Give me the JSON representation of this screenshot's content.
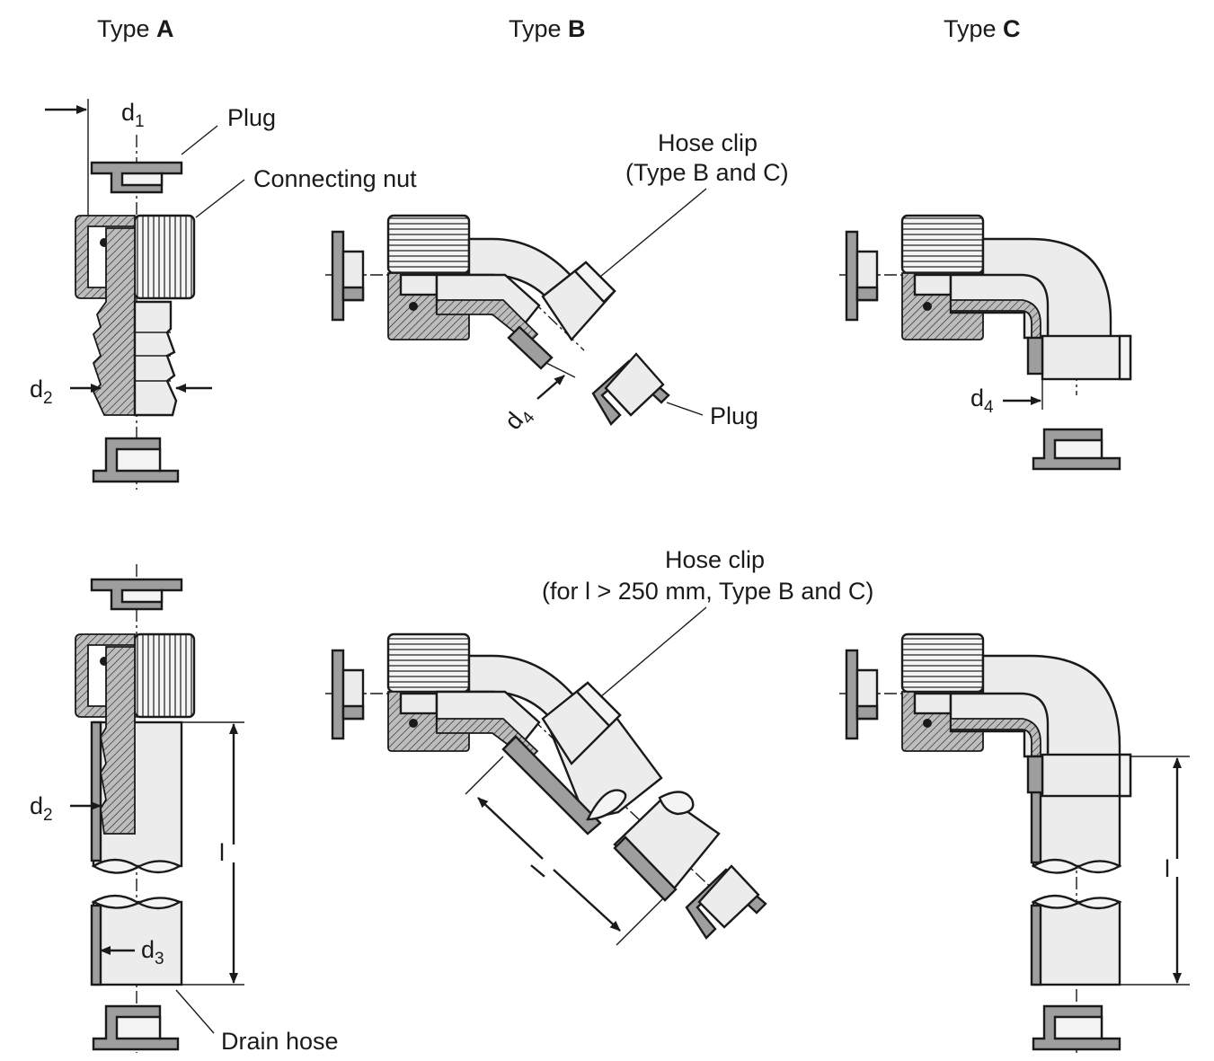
{
  "types": {
    "a": {
      "prefix": "Type ",
      "letter": "A"
    },
    "b": {
      "prefix": "Type ",
      "letter": "B"
    },
    "c": {
      "prefix": "Type ",
      "letter": "C"
    }
  },
  "labels": {
    "d1": {
      "base": "d",
      "sub": "1"
    },
    "d2_top": {
      "base": "d",
      "sub": "2"
    },
    "d2_bottom": {
      "base": "d",
      "sub": "2"
    },
    "d3": {
      "base": "d",
      "sub": "3"
    },
    "d4_b": {
      "base": "d",
      "sub": "4"
    },
    "d4_c": {
      "base": "d",
      "sub": "4"
    },
    "l_left": "l",
    "l_b": "l",
    "l_right": "l",
    "plug_a": "Plug",
    "plug_b": "Plug",
    "connecting_nut": "Connecting nut",
    "hose_clip_1": "Hose clip",
    "hose_clip_1_note": "(Type B and C)",
    "hose_clip_2": "Hose clip",
    "hose_clip_2_note": "(for l > 250 mm, Type B and C)",
    "drain_hose": "Drain hose"
  }
}
